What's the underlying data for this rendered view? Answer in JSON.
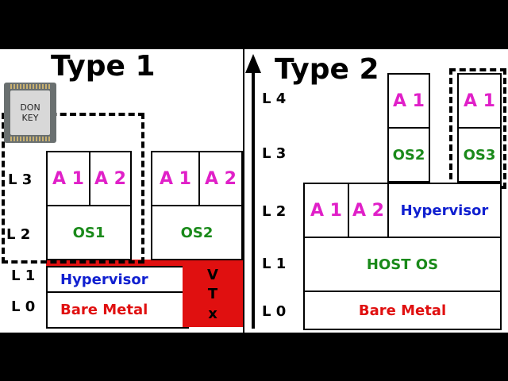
{
  "type1": {
    "title": "Type 1",
    "levels": [
      "L 3",
      "L 2",
      "L 1",
      "L 0"
    ],
    "chip_label_line1": "DON",
    "chip_label_line2": "KEY",
    "vm1": {
      "app1": "A 1",
      "app2": "A 2",
      "os": "OS1"
    },
    "vm2": {
      "app1": "A 1",
      "app2": "A 2",
      "os": "OS2"
    },
    "hypervisor": "Hypervisor",
    "bare_metal": "Bare Metal",
    "vtx": [
      "V",
      "T",
      "x"
    ]
  },
  "type2": {
    "title": "Type 2",
    "levels": [
      "L 4",
      "L 3",
      "L 2",
      "L 1",
      "L 0"
    ],
    "guest_a": {
      "app": "A 1",
      "os": "OS2"
    },
    "guest_b": {
      "app": "A 1",
      "os": "OS3"
    },
    "host_apps": [
      "A 1",
      "A 2"
    ],
    "hypervisor": "Hypervisor",
    "host_os": "HOST OS",
    "bare_metal": "Bare Metal"
  },
  "colors": {
    "app": "#e020c8",
    "os": "#1a8a1a",
    "hypervisor": "#1020d0",
    "metal": "#e01010"
  }
}
